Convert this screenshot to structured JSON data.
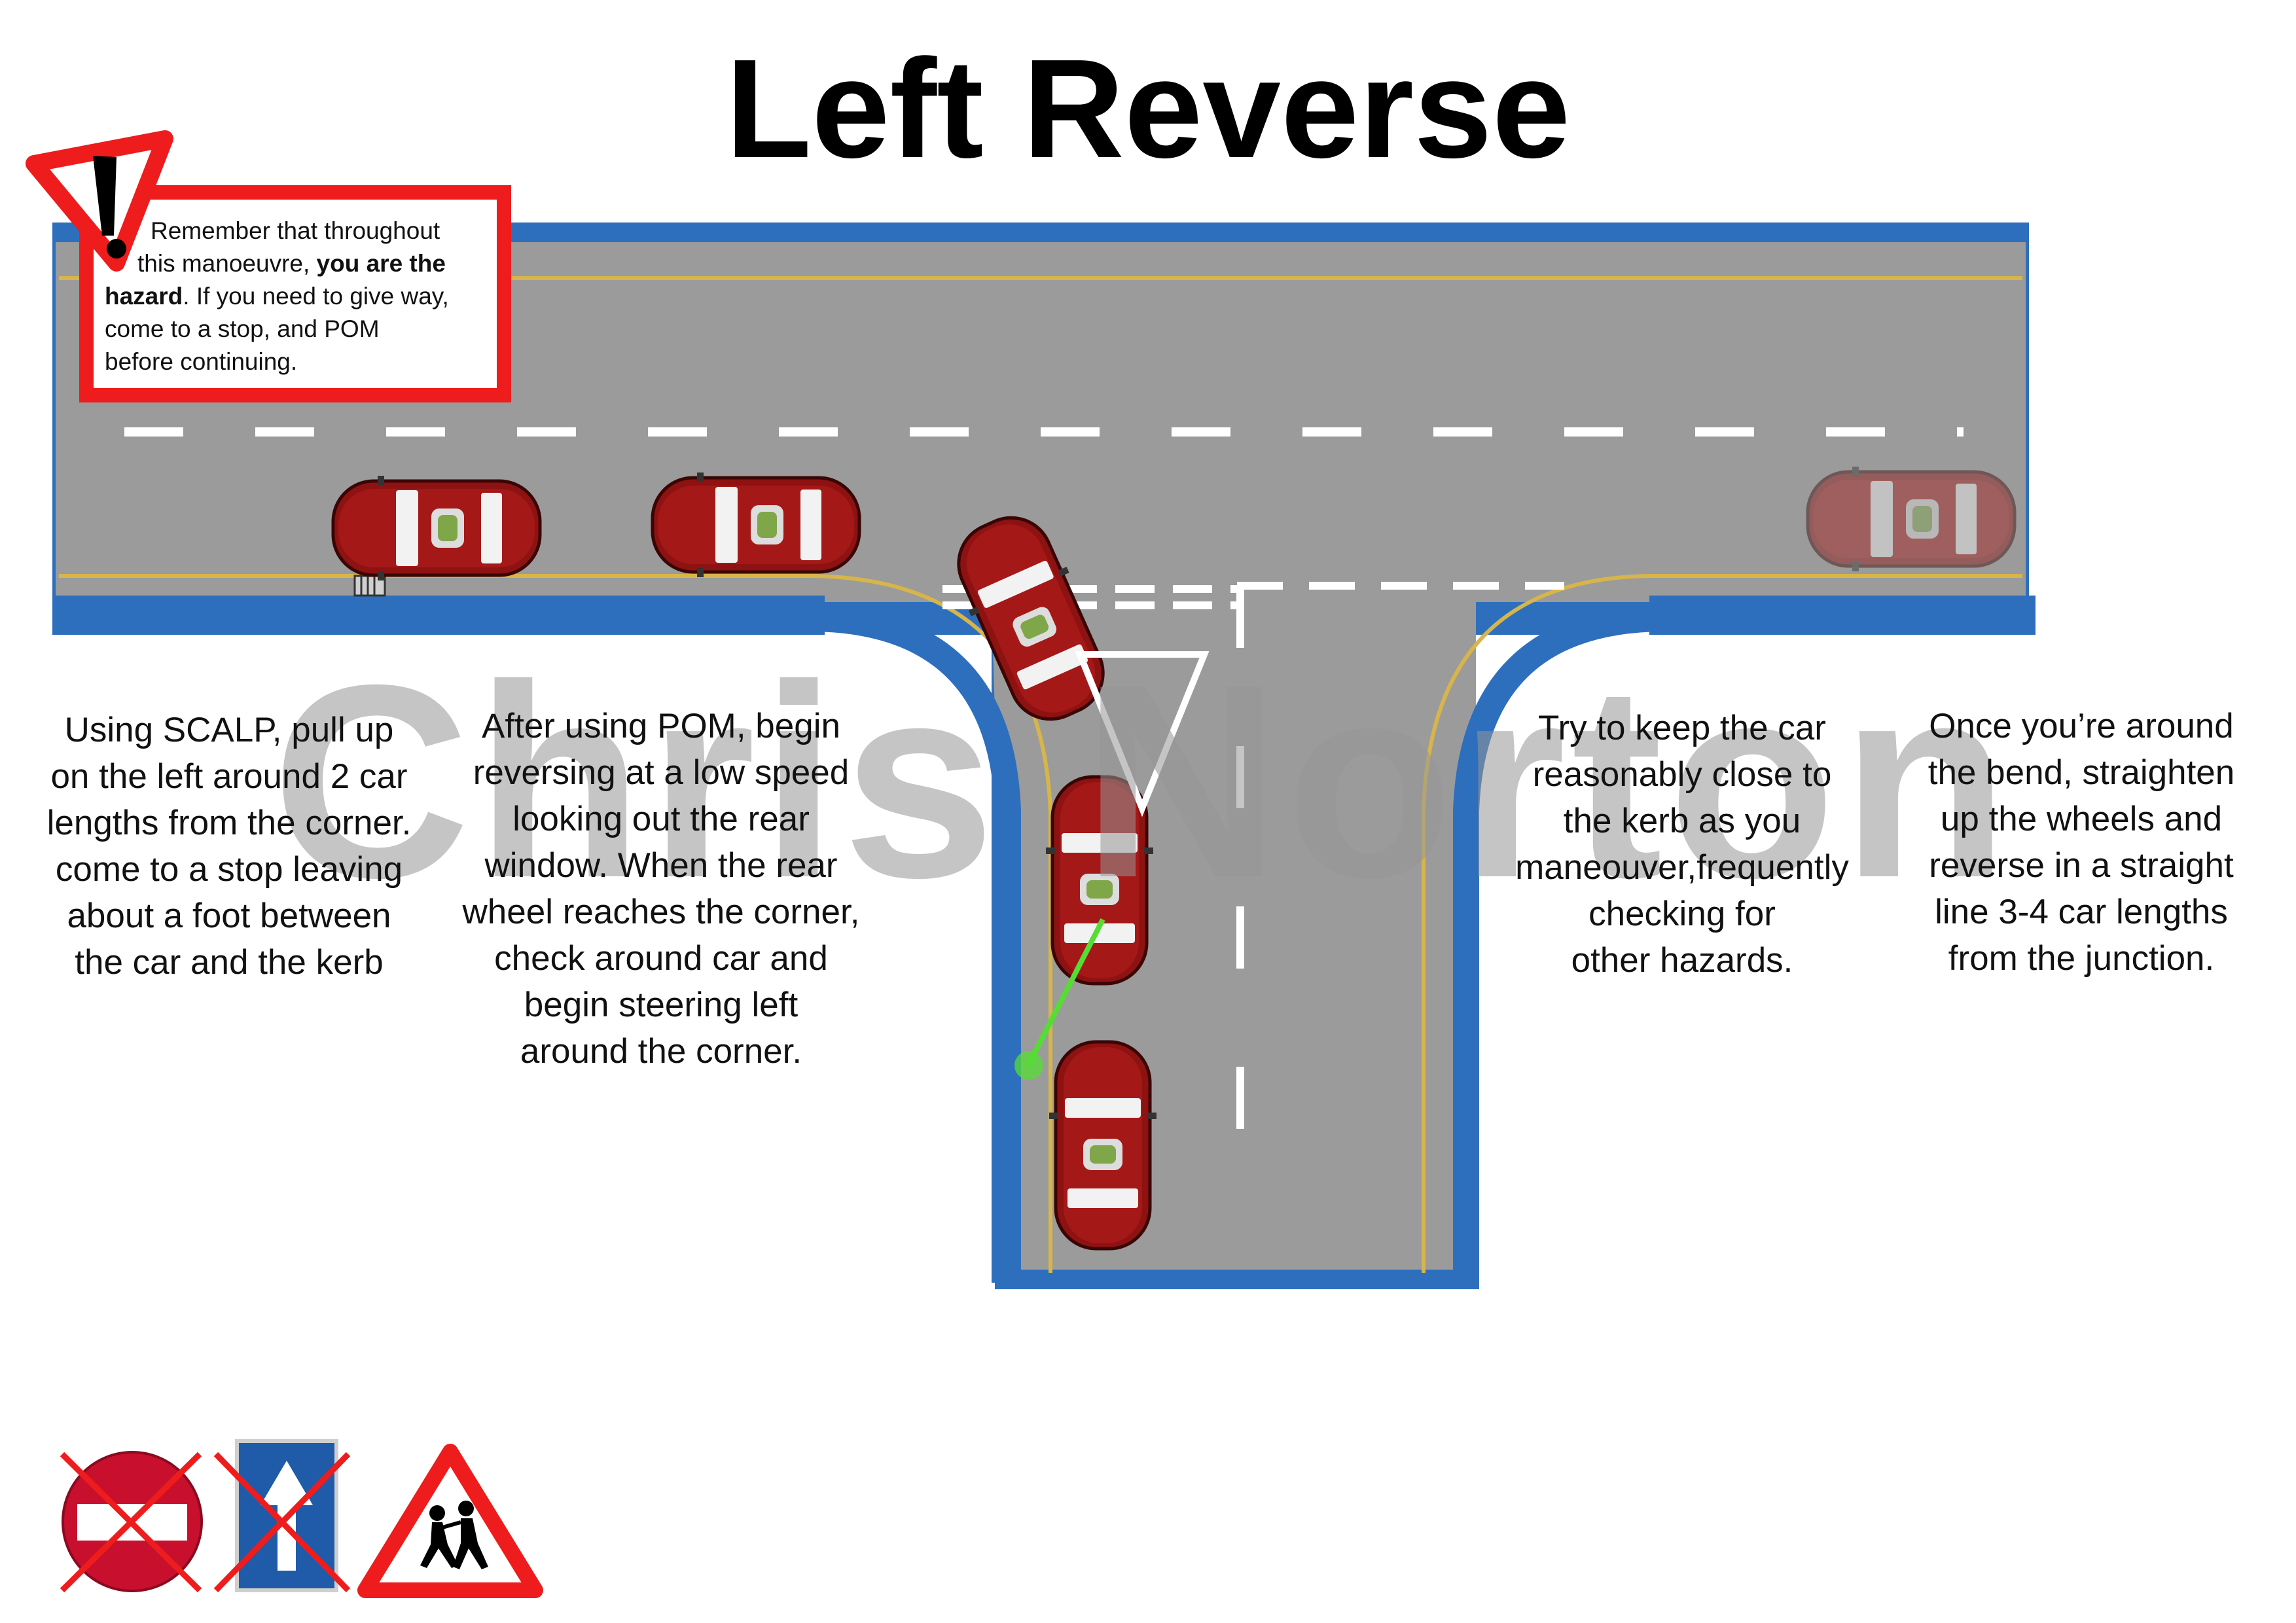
{
  "title": "Left Reverse",
  "hazard_box": {
    "line1": "Remember that throughout",
    "line2_pre": "this manoeuvre, ",
    "line2_bold": "you are the",
    "line3_bold": "hazard",
    "line3_post": ". If you need to give way,",
    "line4": "come to a stop, and POM",
    "line5": "before continuing.",
    "icon": "warning-exclamation-icon"
  },
  "steps": [
    [
      "Using SCALP, pull up",
      "on the left around 2 car",
      "lengths from the corner.",
      "come to a stop leaving",
      "about a foot between",
      "the car and the kerb"
    ],
    [
      "After using POM, begin",
      "reversing at a low speed",
      "looking out the rear",
      "window. When the rear",
      "wheel reaches the corner,",
      "check around car and",
      "begin steering left",
      "around the corner."
    ],
    [
      "Try to keep the car",
      "reasonably close to",
      "the kerb as you",
      "maneouver,frequently",
      "checking for",
      "other hazards."
    ],
    [
      "Once you’re around",
      "the bend, straighten",
      "up the wheels and",
      "reverse in a straight",
      "line 3-4 car lengths",
      "from the junction."
    ]
  ],
  "watermark": "Chris Norton",
  "signs": [
    {
      "name": "no-entry-sign-icon",
      "crossed": true
    },
    {
      "name": "one-way-sign-icon",
      "crossed": true
    },
    {
      "name": "children-crossing-sign-icon",
      "crossed": false
    }
  ],
  "colors": {
    "road": "#9b9b9b",
    "kerb": "#2e6fbd",
    "car": "#8e1212",
    "hazard_red": "#ee1c1c",
    "path_green": "#55dd33",
    "yellow_line": "#d7b54a"
  }
}
